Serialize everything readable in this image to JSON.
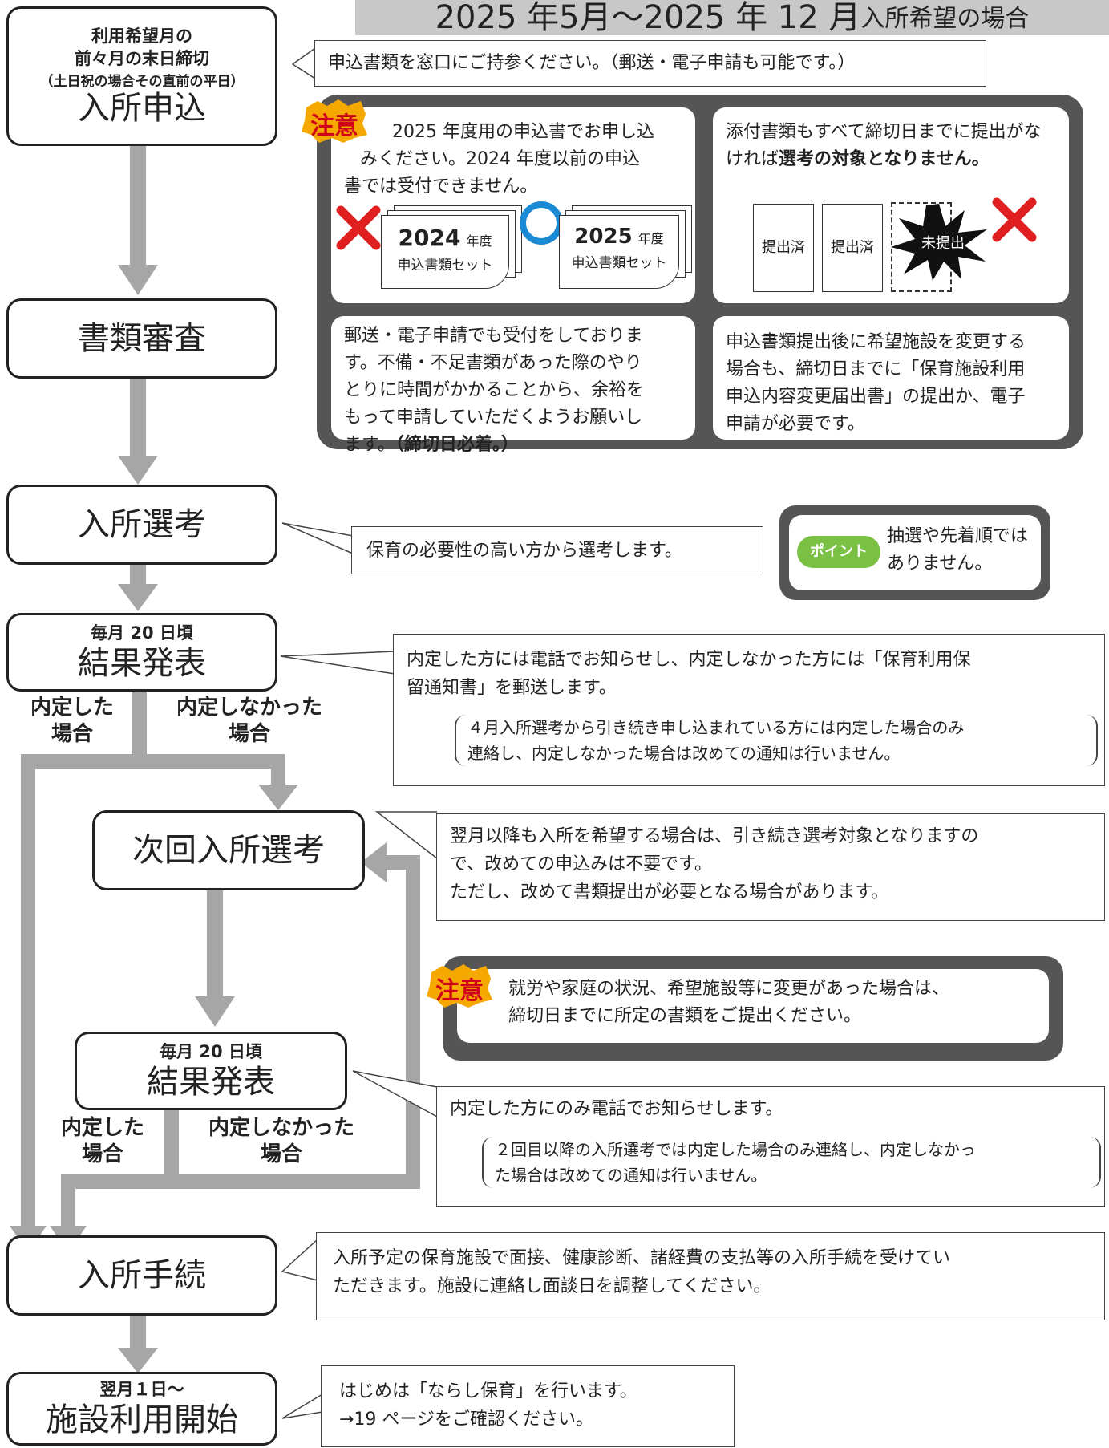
{
  "header": {
    "title_main": "2025 年5月～2025 年 12 月",
    "title_suffix": "入所希望の場合"
  },
  "steps": {
    "apply": {
      "line1": "利用希望月の",
      "line2": "前々月の末日締切",
      "line3": "（土日祝の場合その直前の平日）",
      "label": "入所申込"
    },
    "review": {
      "label": "書類審査"
    },
    "selection": {
      "label": "入所選考"
    },
    "result1": {
      "sub": "毎月 20 日頃",
      "label": "結果発表"
    },
    "next_selection": {
      "label": "次回入所選考"
    },
    "result2": {
      "sub": "毎月 20 日頃",
      "label": "結果発表"
    },
    "procedure": {
      "label": "入所手続"
    },
    "start": {
      "sub": "翌月１日～",
      "label": "施設利用開始"
    }
  },
  "branches": {
    "b1_yes": [
      "内定した",
      "場合"
    ],
    "b1_no": [
      "内定しなかった",
      "場合"
    ],
    "b2_yes": [
      "内定した",
      "場合"
    ],
    "b2_no": [
      "内定しなかった",
      "場合"
    ]
  },
  "callouts": {
    "apply": "申込書類を窓口にご持参ください。（郵送・電子申請も可能です。）",
    "selection": "保育の必要性の高い方から選考します。",
    "result1_main_1": "内定した方には電話でお知らせし、内定しなかった方には「保育利用保",
    "result1_main_2": "留通知書」を郵送します。",
    "result1_note_1": "４月入所選考から引き続き申し込まれている方には内定した場合のみ",
    "result1_note_2": "連絡し、内定しなかった場合は改めての通知は行いません。",
    "next_1": "翌月以降も入所を希望する場合は、引き続き選考対象となりますの",
    "next_2": "で、改めての申込みは不要です。",
    "next_3": "ただし、改めて書類提出が必要となる場合があります。",
    "result2_main": "内定した方にのみ電話でお知らせします。",
    "result2_note_1": "２回目以降の入所選考では内定した場合のみ連絡し、内定しなかっ",
    "result2_note_2": "た場合は改めての通知は行いません。",
    "procedure_1": "入所予定の保育施設で面接、健康診断、諸経費の支払等の入所手続を受けてい",
    "procedure_2": "ただきます。施設に連絡し面談日を調整してください。",
    "start_1": "はじめは「ならし保育」を行います。",
    "start_2": "→19 ページをご確認ください。"
  },
  "notice_panel": {
    "badge": "注意",
    "p1_1": "2025 年度用の申込書でお申し込",
    "p1_2": "みください。2024 年度以前の申込",
    "p1_3": "書では受付できません。",
    "doc_old_year": "2024",
    "doc_new_year": "2025",
    "doc_year_unit": "年度",
    "doc_set": "申込書類セット",
    "p2_1": "添付書類もすべて締切日までに提出がな",
    "p2_2a": "ければ",
    "p2_2b": "選考の対象となりません。",
    "submitted": "提出済",
    "not_submitted": "未提出",
    "p3_1": "郵送・電子申請でも受付をしておりま",
    "p3_2": "す。不備・不足書類があった際のやり",
    "p3_3": "とりに時間がかかることから、余裕を",
    "p3_4": "もって申請していただくようお願いし",
    "p3_5a": "ます。",
    "p3_5b": "（締切日必着。）",
    "p4_1": "申込書類提出後に希望施設を変更する",
    "p4_2": "場合も、締切日までに「保育施設利用",
    "p4_3": "申込内容変更届出書」の提出か、電子",
    "p4_4": "申請が必要です。"
  },
  "point_panel": {
    "badge": "ポイント",
    "line1": "抽選や先着順では",
    "line2": "ありません。"
  },
  "notice2": {
    "badge": "注意",
    "line1": "就労や家庭の状況、希望施設等に変更があった場合は、",
    "line2": "締切日までに所定の書類をご提出ください。"
  },
  "colors": {
    "arrow": "#a6a6a6",
    "panel": "#555555",
    "red": "#e02020",
    "blue": "#1a8ad4",
    "badge": "#f5a800",
    "point": "#7ac143"
  }
}
